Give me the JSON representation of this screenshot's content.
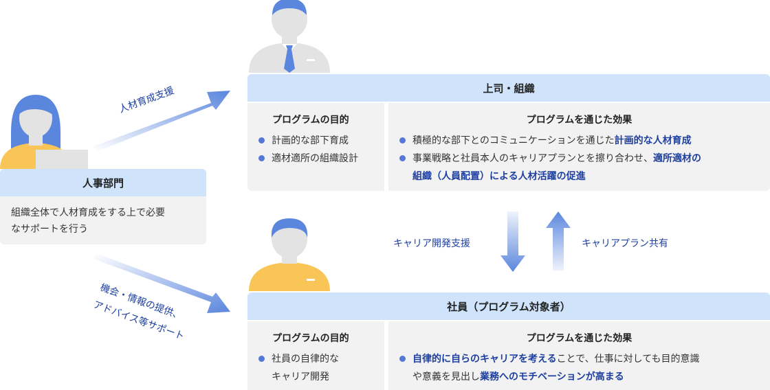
{
  "hr": {
    "title": "人事部門",
    "desc_line1": "組織全体で人材育成をする上で必要",
    "desc_line2": "なサポートを行う"
  },
  "arrows": {
    "to_manager": "人材育成支援",
    "to_employee_line1": "機会・情報の提供、",
    "to_employee_line2": "アドバイス等サポート",
    "down_label": "キャリア開発支援",
    "up_label": "キャリアプラン共有"
  },
  "manager": {
    "title": "上司・組織",
    "purpose_title": "プログラムの目的",
    "purposes": [
      "計画的な部下育成",
      "適材適所の組織設計"
    ],
    "effect_title": "プログラムを通じた効果",
    "effect1_pre": "積極的な部下とのコミュニケーションを通じた",
    "effect1_hl": "計画的な人材育成",
    "effect2_pre": "事業戦略と社員本人のキャリアプランとを擦り合わせ、",
    "effect2_hl1": "適所適材の",
    "effect2_hl2": "組織（人員配置）による人材活躍の促進"
  },
  "employee": {
    "title": "社員（プログラム対象者）",
    "purpose_title": "プログラムの目的",
    "purpose_line1": "社員の自律的な",
    "purpose_line2": "キャリア開発",
    "effect_title": "プログラムを通じた効果",
    "effect_hl1": "自律的に自らのキャリアを考える",
    "effect_mid": "ことで、仕事に対しても目的意識",
    "effect_line2_pre": "や意義を見出し",
    "effect_hl2": "業務へのモチベーションが高まる"
  },
  "colors": {
    "accent": "#1d3f9f",
    "bullet": "#5577d6",
    "header_bg": "#cfe3fb",
    "cell_bg": "#f2f2f2",
    "figure_gray": "#e3e3e3",
    "figure_hair": "#5b86dd",
    "figure_yellow": "#f9c556"
  }
}
